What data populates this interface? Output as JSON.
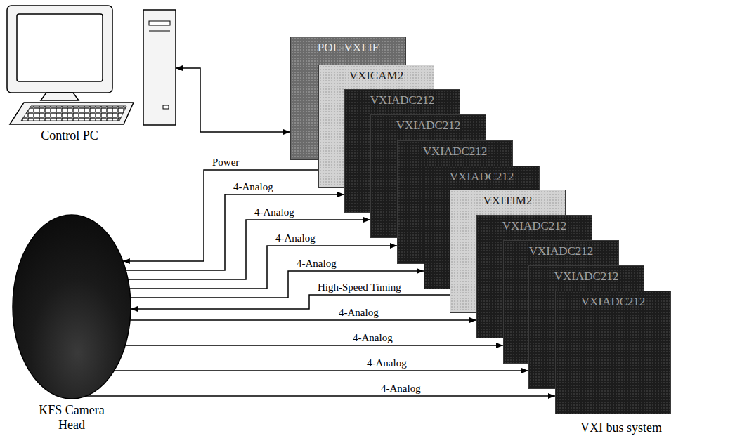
{
  "diagram": {
    "nodes": [
      {
        "text": [
          "Control PC"
        ]
      },
      {
        "text": [
          "KFS Camera Head"
        ]
      },
      {
        "text": [
          "POL-VXI IF"
        ]
      },
      {
        "text": [
          "VXICAM2"
        ]
      },
      {
        "text": [
          "VXIADC212"
        ]
      },
      {
        "text": [
          "VXIADC212"
        ]
      },
      {
        "text": [
          "VXIADC212"
        ]
      },
      {
        "text": [
          "VXIADC212"
        ]
      },
      {
        "text": [
          "VXITIM2"
        ]
      },
      {
        "text": [
          "VXIADC212"
        ]
      },
      {
        "text": [
          "VXIADC212"
        ]
      },
      {
        "text": [
          "VXIADC212"
        ]
      },
      {
        "text": [
          "VXIADC212"
        ]
      }
    ],
    "edges": [
      {
        "from": 0,
        "to": 2,
        "arrow": "both"
      },
      {
        "from": 3,
        "to": 1,
        "label": "Power",
        "arrow": "to"
      },
      {
        "from": 1,
        "to": 4,
        "label": "4-Analog",
        "arrow": "to"
      },
      {
        "from": 1,
        "to": 5,
        "label": "4-Analog",
        "arrow": "to"
      },
      {
        "from": 1,
        "to": 6,
        "label": "4-Analog",
        "arrow": "to"
      },
      {
        "from": 1,
        "to": 7,
        "label": "4-Analog",
        "arrow": "to"
      },
      {
        "from": 8,
        "to": 1,
        "label": "High-Speed Timing",
        "arrow": "to"
      },
      {
        "from": 1,
        "to": 9,
        "label": "4-Analog",
        "arrow": "to"
      },
      {
        "from": 1,
        "to": 10,
        "label": "4-Analog",
        "arrow": "to"
      },
      {
        "from": 1,
        "to": 11,
        "label": "4-Analog",
        "arrow": "to"
      },
      {
        "from": 1,
        "to": 12,
        "label": "4-Analog",
        "arrow": "to"
      }
    ],
    "labels": [
      "VXI bus system"
    ]
  }
}
